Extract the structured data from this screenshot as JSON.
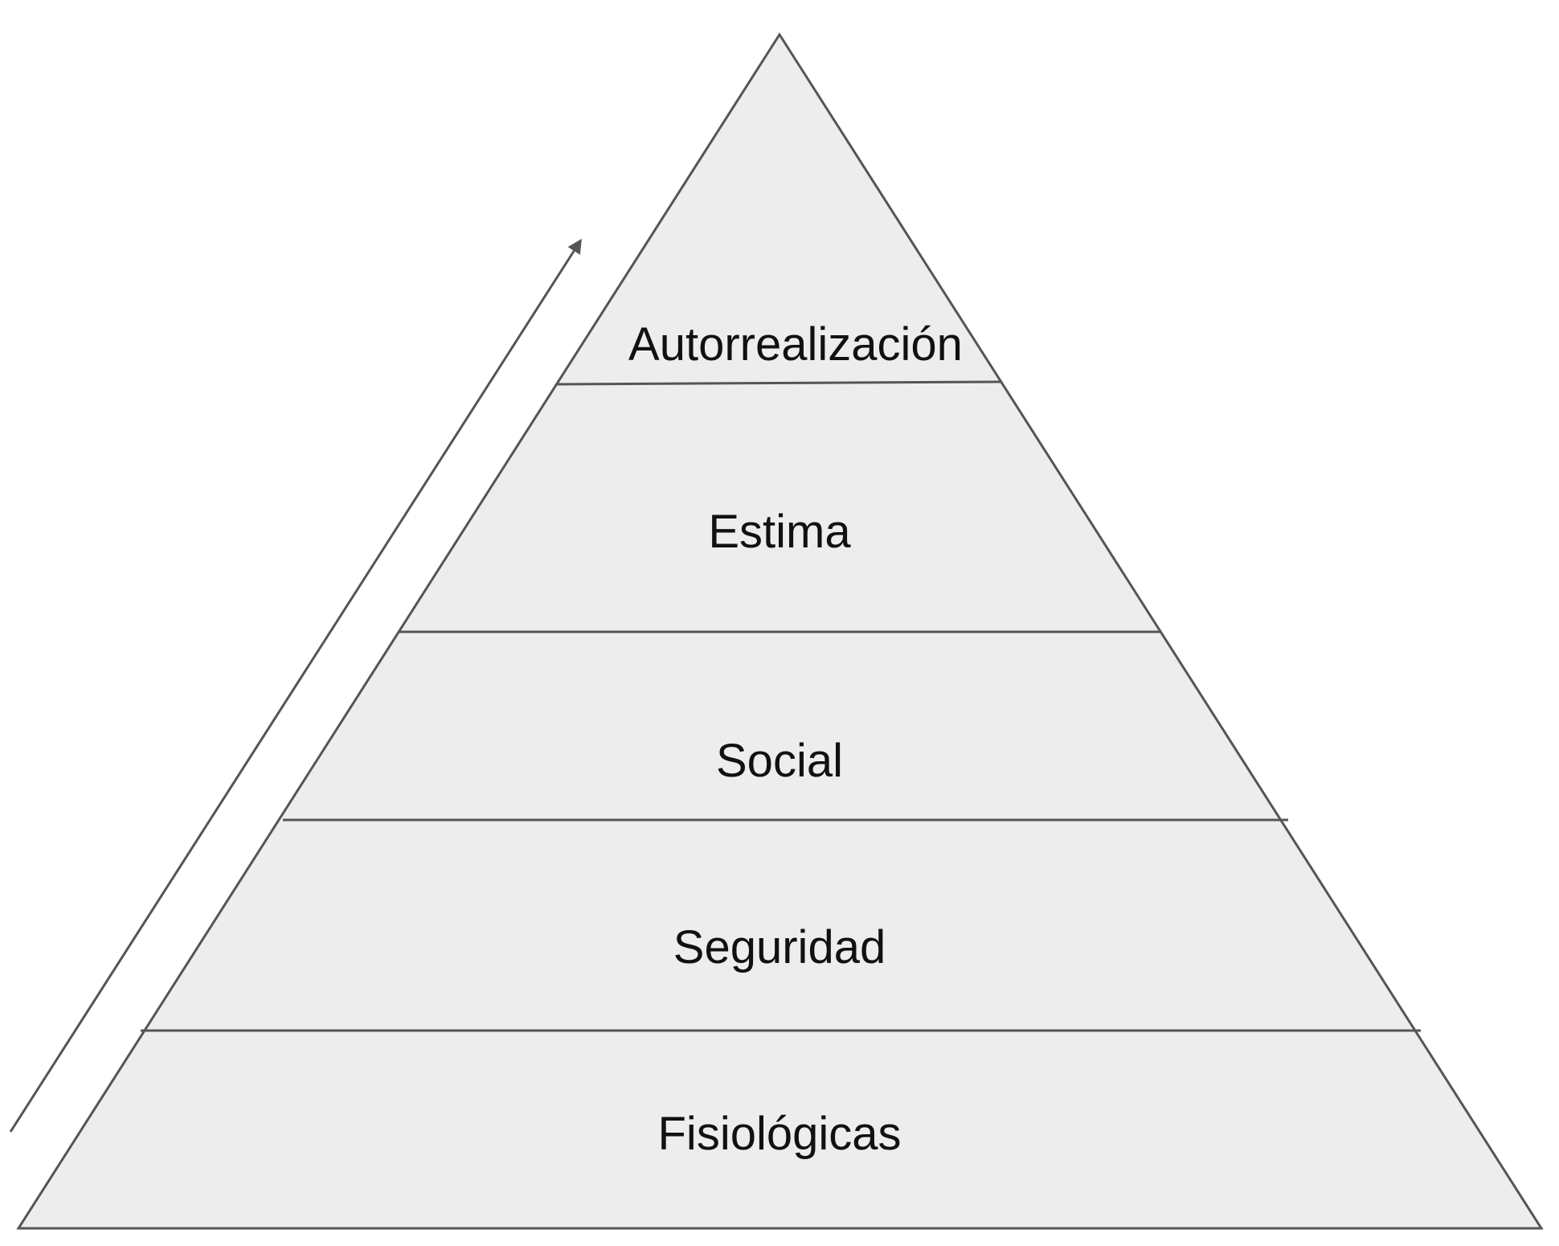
{
  "diagram": {
    "type": "pyramid",
    "fill_color": "#ededed",
    "stroke_color": "#555555",
    "text_color": "#111111",
    "arrow_direction": "up",
    "levels": [
      {
        "label": "Autorrealización"
      },
      {
        "label": "Estima"
      },
      {
        "label": "Social"
      },
      {
        "label": "Seguridad"
      },
      {
        "label": "Fisiológicas"
      }
    ]
  }
}
